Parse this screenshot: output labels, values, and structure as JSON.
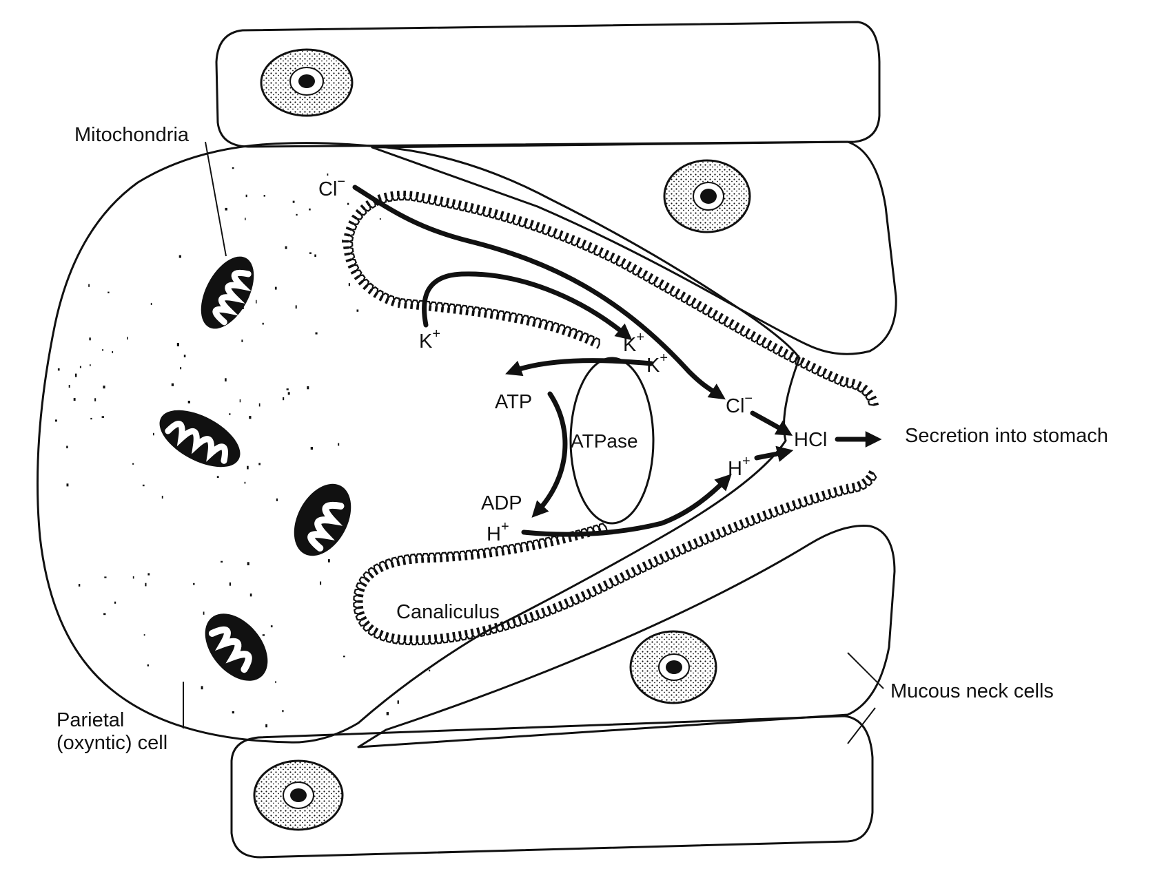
{
  "diagram": {
    "labels": {
      "mitochondria": "Mitochondria",
      "parietal_line1": "Parietal",
      "parietal_line2": "(oxyntic) cell",
      "canaliculus": "Canaliculus",
      "atpase": "ATPase",
      "atp": "ATP",
      "adp": "ADP",
      "hcl": "HCl",
      "secretion": "Secretion into stomach",
      "mucous_neck_cells": "Mucous neck cells"
    },
    "ions": {
      "cl_top": {
        "symbol": "Cl",
        "charge": "−"
      },
      "k_left": {
        "symbol": "K",
        "charge": "+"
      },
      "k_mid": {
        "symbol": "K",
        "charge": "+"
      },
      "k_right": {
        "symbol": "K",
        "charge": "+"
      },
      "cl_right": {
        "symbol": "Cl",
        "charge": "−"
      },
      "h_right": {
        "symbol": "H",
        "charge": "+"
      },
      "h_left": {
        "symbol": "H",
        "charge": "+"
      }
    }
  }
}
